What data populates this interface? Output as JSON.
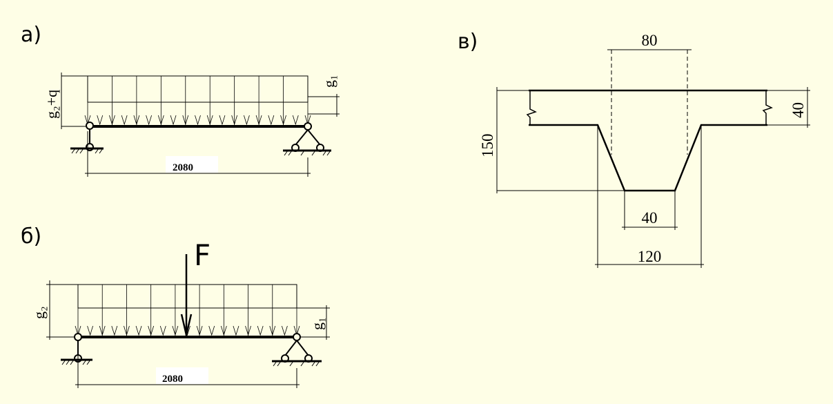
{
  "figure_a": {
    "label": "а)",
    "load_left": "g₂+q",
    "load_right": "g₁",
    "span": "2080"
  },
  "figure_b": {
    "label": "б)",
    "force": "F",
    "load_left": "g₂",
    "load_right": "g₁",
    "span": "2080"
  },
  "figure_c": {
    "label": "в)",
    "top_width": "80",
    "bottom_width": "40",
    "rib_width": "120",
    "total_height": "150",
    "flange_thickness": "40"
  }
}
